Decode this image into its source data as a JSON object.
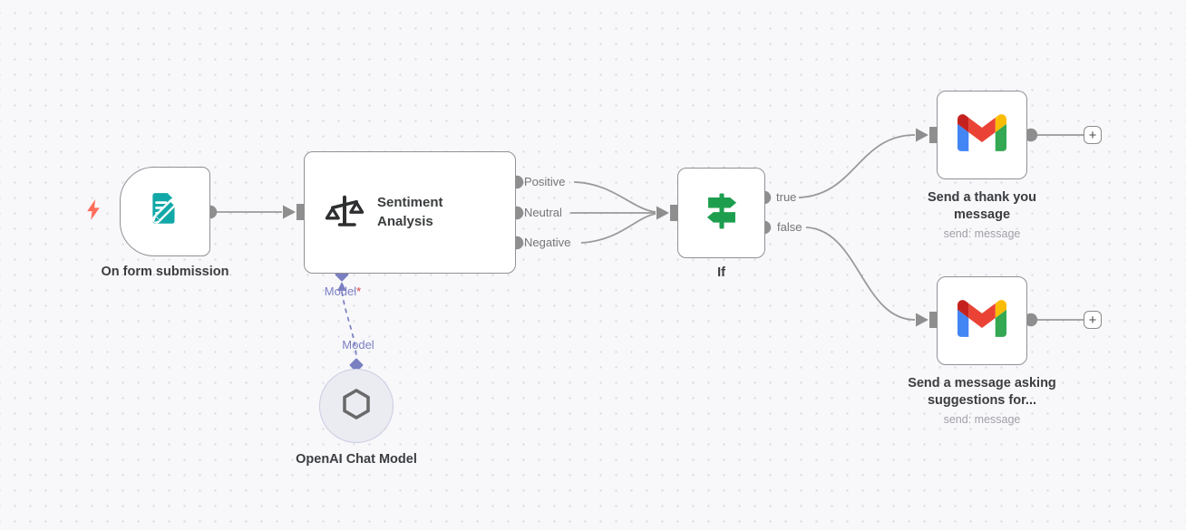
{
  "canvas": {
    "background": "#f8f8fb",
    "grid_dot_color": "#d7d8e0"
  },
  "palette": {
    "node_border": "#909196",
    "wire_grey": "#9a9a9a",
    "port_grey": "#8e8e8e",
    "title_text": "#3b3d40",
    "port_label_text": "#76767a",
    "subtitle_text": "#9fa0a6",
    "model_purple": "#7a7fc2",
    "required_red": "#e03e3e",
    "trigger_bolt_red": "#ff6d5a",
    "form_teal": "#13a8a8",
    "if_green": "#1d9e4e",
    "openai_logo_grey": "#6a6a6a",
    "gmail_red": "#ea4335",
    "gmail_blue": "#4285f4",
    "gmail_green": "#34a853",
    "gmail_yellow": "#fbbc04",
    "gmail_dark_red": "#c5221f"
  },
  "nodes": {
    "form": {
      "label": "On form submission"
    },
    "sentiment": {
      "title": "Sentiment Analysis",
      "outputs": {
        "positive": "Positive",
        "neutral": "Neutral",
        "negative": "Negative"
      },
      "model_input": {
        "label": "Model",
        "required_marker": "*"
      }
    },
    "openai": {
      "label": "OpenAI Chat Model",
      "output_label": "Model"
    },
    "if": {
      "label": "If",
      "outputs": {
        "true": "true",
        "false": "false"
      }
    },
    "gmail_thank_you": {
      "label": "Send a thank you message",
      "subtitle": "send: message"
    },
    "gmail_suggestions": {
      "label": "Send a message asking suggestions for...",
      "subtitle": "send: message"
    },
    "add_step": {
      "label": "+"
    }
  }
}
